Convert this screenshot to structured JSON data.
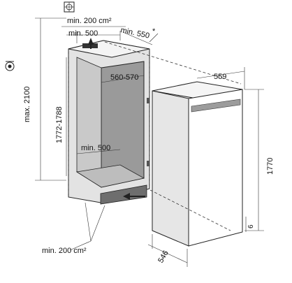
{
  "labels": {
    "vent_top": "min. 200 cm²",
    "vent_bottom": "min. 200 cm²",
    "top_depth_gap": "min. 500",
    "bottom_depth_gap": "min. 500",
    "niche_depth": "min. 550",
    "niche_depth_note": "*",
    "niche_width": "560-570",
    "niche_height": "1772-1788",
    "max_height": "max. 2100",
    "appliance_width": "559",
    "appliance_height": "1770",
    "appliance_depth": "546",
    "base_gap": "6"
  },
  "icons": {
    "top": "power-socket-symbol",
    "left": "power-plug-symbol"
  },
  "colors": {
    "niche_inner": "#a8a8a8",
    "niche_wall": "#d8d8d8",
    "appliance": "#ffffff",
    "line": "#222222"
  }
}
